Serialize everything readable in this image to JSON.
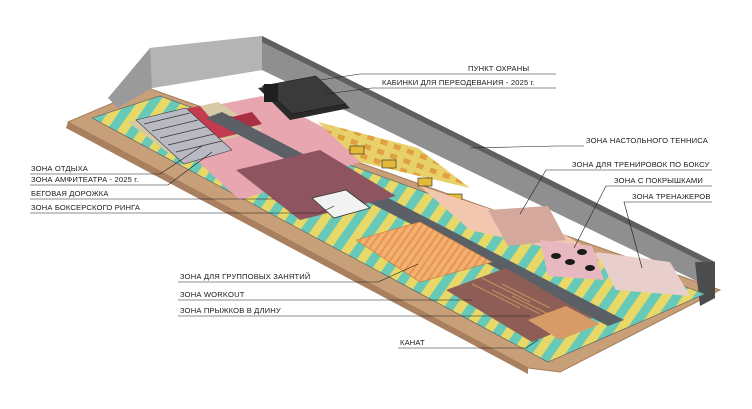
{
  "labels": {
    "security_post": "ПУНКТ ОХРАНЫ",
    "changing_rooms": "КАБИНКИ ДЛЯ ПЕРЕОДЕВАНИЯ - 2025 г.",
    "rest_zone": "ЗОНА ОТДЫХА",
    "amphitheater_zone": "ЗОНА АМФИТЕАТРА - 2025 г.",
    "running_track": "БЕГОВАЯ ДОРОЖКА",
    "boxing_ring_zone": "ЗОНА БОКСЕРСКОГО РИНГА",
    "table_tennis_zone": "ЗОНА НАСТОЛЬНОГО ТЕННИСА",
    "boxing_training_zone": "ЗОНА ДЛЯ ТРЕНИРОВОК ПО БОКСУ",
    "tires_zone": "ЗОНА С ПОКРЫШКАМИ",
    "trainers_zone": "ЗОНА ТРЕНАЖЕРОВ",
    "group_classes_zone": "ЗОНА ДЛЯ ГРУППОВЫХ ЗАНЯТИЙ",
    "workout_zone": "ЗОНА WORKOUT",
    "long_jump_zone": "ЗОНА ПРЫЖКОВ В ДЛИНУ",
    "rope": "КАНАТ"
  },
  "colors": {
    "floor_ground": "#c79f78",
    "floor_ground_edge": "#a57c5a",
    "wall": "#8d8d8d",
    "wall_dark": "#6d6d6d",
    "stripe_teal": "#67c9b8",
    "stripe_yellow": "#e7d867",
    "track": "#5b5f66",
    "rest_zone": "#c83a4f",
    "amphitheater": "#b8b8c2",
    "ring_floor": "#8e5460",
    "group_classes": "#f0a05f",
    "table_tennis": "#e6cf64",
    "pastel_field": "#e7a6b0",
    "workout": "#8e5d55",
    "trainers": "#e2c9c6",
    "leader": "#1a1a1a"
  }
}
